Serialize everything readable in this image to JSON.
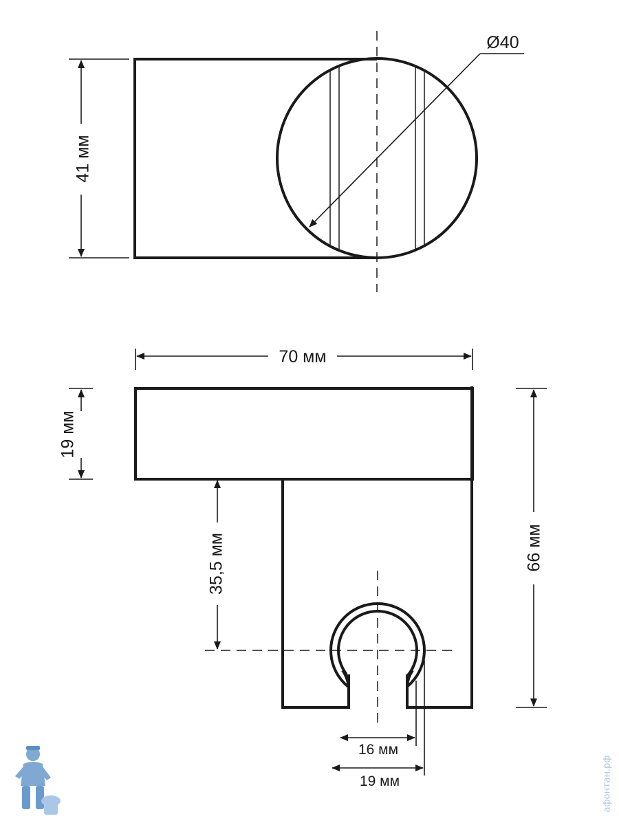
{
  "dimensions": {
    "top_view": {
      "height": "41 мм",
      "diameter": "Ø40"
    },
    "side_view": {
      "width": "70 мм",
      "plate_thickness": "19 мм",
      "total_height": "66 мм",
      "axis_height": "35,5 мм",
      "slot_inner": "16 мм",
      "slot_outer": "19 мм"
    }
  },
  "watermark": "афонтан.рф",
  "logo": "plumber-mascot-icon",
  "colors": {
    "line": "#1a1a1a",
    "watermark": "#a9c4dd",
    "logo": "#7fa9d3"
  }
}
